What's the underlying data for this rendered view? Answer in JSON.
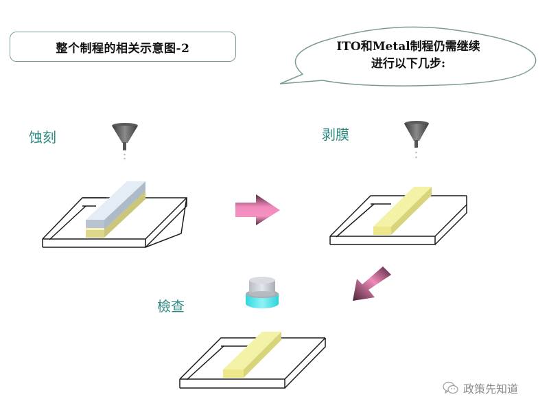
{
  "header": {
    "title": "整个制程的相关示意图-2"
  },
  "callout": {
    "line1": "ITO和Metal制程仍需继续",
    "line2": "进行以下几步:"
  },
  "steps": [
    {
      "label": "蚀刻",
      "tool": "funnel-icon",
      "layers": [
        "photoresist",
        "film"
      ]
    },
    {
      "label": "剥膜",
      "tool": "funnel-icon",
      "layers": [
        "film"
      ]
    },
    {
      "label": "檢查",
      "tool": "inspection-lens-icon",
      "layers": [
        "film"
      ]
    }
  ],
  "arrows": [
    {
      "from": "蚀刻",
      "to": "剥膜",
      "direction": "right"
    },
    {
      "from": "剥膜",
      "to": "檢查",
      "direction": "down-left"
    }
  ],
  "colors": {
    "label_teal": "#2d8a80",
    "arrow_pink": "#f088b8",
    "film_yellow": "#f2ef9a",
    "resist_blue": "#dfe9f4",
    "lens_cyan": "#35e0e8"
  },
  "watermark": {
    "icon": "wechat-icon",
    "text": "政策先知道"
  }
}
